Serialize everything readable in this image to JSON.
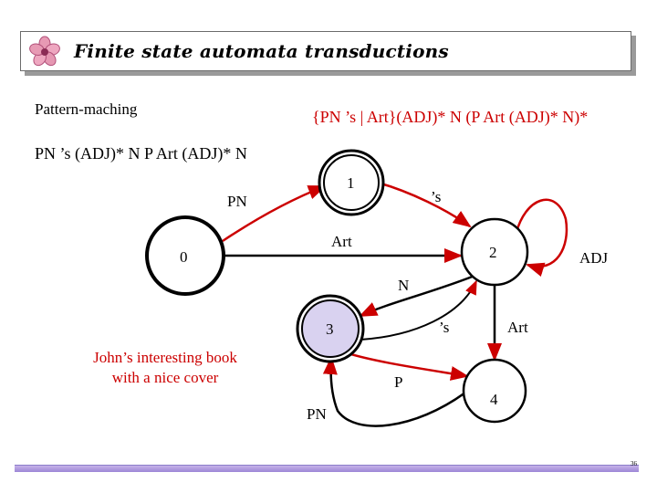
{
  "header": {
    "title": "Finite state automata transductions",
    "logo_icon": "flower-icon"
  },
  "pattern_label": "Pattern-maching",
  "regex": "{PN ’s | Art}(ADJ)* N (P Art (ADJ)* N)*",
  "example": "PN ’s (ADJ)* N P Art (ADJ)* N",
  "caption": "John’s interesting book with a nice cover",
  "states": {
    "s0": "0",
    "s1": "1",
    "s2": "2",
    "s3": "3",
    "s4": "4"
  },
  "edges": {
    "pn_top": "PN",
    "s_top": "’s",
    "art_top": "Art",
    "adj": "ADJ",
    "n": "N",
    "s_mid": "’s",
    "art_mid": "Art",
    "p": "P",
    "pn_bottom": "PN"
  },
  "colors": {
    "red_text": "#cc0000",
    "final_state_fill": "#d9d2f0",
    "footer": "#9c86d6"
  },
  "footer": {
    "page": "36"
  }
}
